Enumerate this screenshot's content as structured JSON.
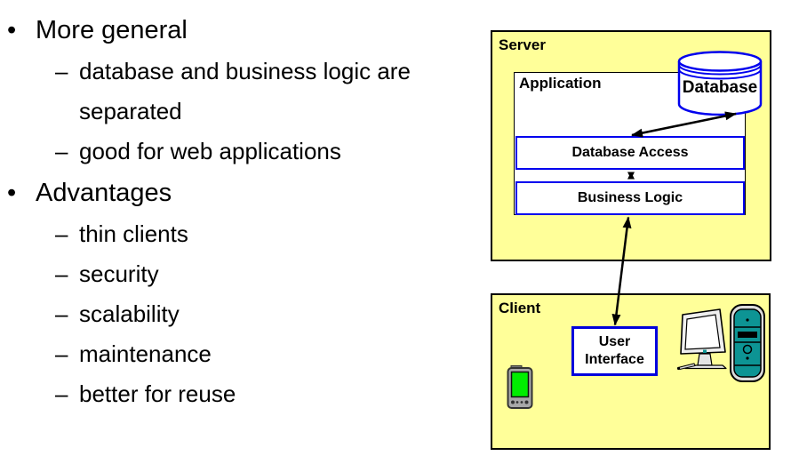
{
  "slide": {
    "bullets": [
      {
        "level": 1,
        "marker": "•",
        "text": "More general"
      },
      {
        "level": 2,
        "marker": "–",
        "text": "database and business logic are separated"
      },
      {
        "level": 2,
        "marker": "–",
        "text": "good for web applications"
      },
      {
        "level": 1,
        "marker": "•",
        "text": "Advantages"
      },
      {
        "level": 2,
        "marker": "–",
        "text": "thin clients"
      },
      {
        "level": 2,
        "marker": "–",
        "text": "security"
      },
      {
        "level": 2,
        "marker": "–",
        "text": "scalability"
      },
      {
        "level": 2,
        "marker": "–",
        "text": "maintenance"
      },
      {
        "level": 2,
        "marker": "–",
        "text": "better for reuse"
      }
    ]
  },
  "diagram": {
    "server": {
      "label": "Server",
      "application": {
        "label": "Application"
      },
      "database": {
        "label": "Database"
      },
      "database_access": {
        "label": "Database Access"
      },
      "business_logic": {
        "label": "Business Logic"
      }
    },
    "client": {
      "label": "Client",
      "user_interface": {
        "label": "User Interface"
      }
    },
    "icons": {
      "database": "database-cylinder-icon",
      "pda": "pda-icon",
      "monitor": "monitor-icon",
      "tower": "computer-tower-icon"
    },
    "colors": {
      "panel_fill": "#FFFF99",
      "panel_border": "#000000",
      "box_blue": "#0000EE",
      "application_border": "#000000",
      "arrow": "#000000",
      "pda_screen": "#00EE00",
      "tower_teal": "#0D9494"
    }
  }
}
